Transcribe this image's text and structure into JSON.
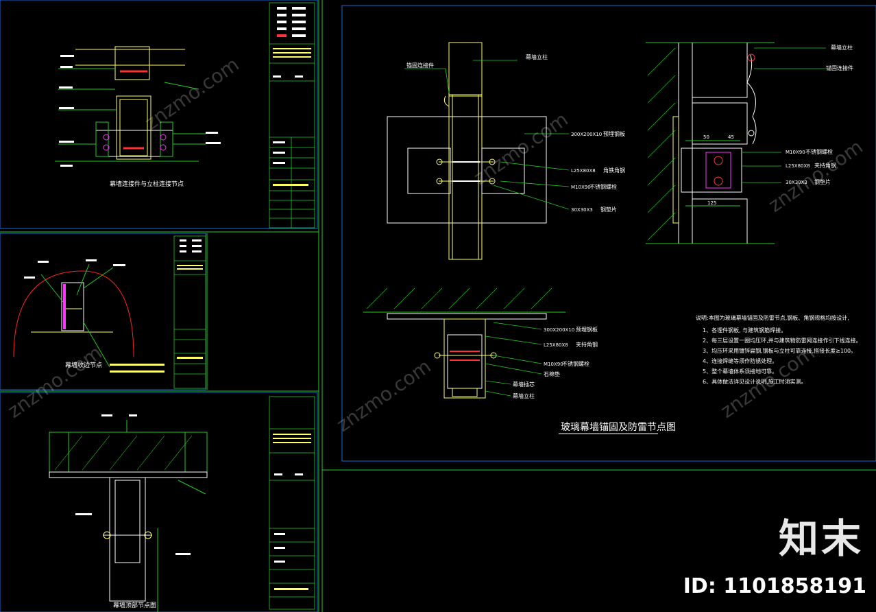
{
  "main_title": "玻璃幕墙锚固及防雷节点图",
  "labels": {
    "anchor_plate": "锚固连接件",
    "mullion": "幕墙立柱",
    "embed_plate": "预埋钢板",
    "angle_steel": "角铁角钢",
    "bolt": "不锈钢螺栓",
    "steel_sheet": "钢垫片",
    "spec_embed": "300X200X10",
    "spec_angle": "L25X80X8",
    "spec_bolt": "M10X90",
    "spec_sheet": "30X30X3",
    "side_connector": "幕墙立柱",
    "side_anchor": "锚固连接件",
    "side_bolt": "不锈钢螺栓",
    "side_angle": "夹持角钢",
    "side_sheet": "钢垫片",
    "bottom_embed": "预埋钢板",
    "bottom_angle": "夹持角钢",
    "bottom_bolt": "不锈钢螺栓",
    "bottom_pad": "石棉垫",
    "bottom_core": "幕墙插芯",
    "bottom_mullion": "幕墙立柱",
    "dim_50": "50",
    "dim_45": "45",
    "dim_125": "125"
  },
  "notes": [
    "说明:本图为玻璃幕墙锚固及防雷节点,钢板、角钢规格均按设计,",
    "1、各埋件钢板, 与建筑钢筋焊接。",
    "2、每三层设置一圈均压环,并与建筑物防雷网连接作引下线连接。",
    "3、均压环采用镀锌扁钢,钢板与立柱可靠连接,搭接长度≥100。",
    "4、连接焊缝等须作防锈处理。",
    "5、整个幕墙体系须接地可靠。",
    "6、具体做法详见设计说明,施工时须实测。"
  ],
  "panel_titles": {
    "top_left": "幕墙连接件与立柱连接节点",
    "mid_left": "幕墙收边节点",
    "bottom_left": "幕墙顶部节点图"
  },
  "watermark": "znzmo.com",
  "brand": "知末",
  "id_text": "ID: 1101858191"
}
